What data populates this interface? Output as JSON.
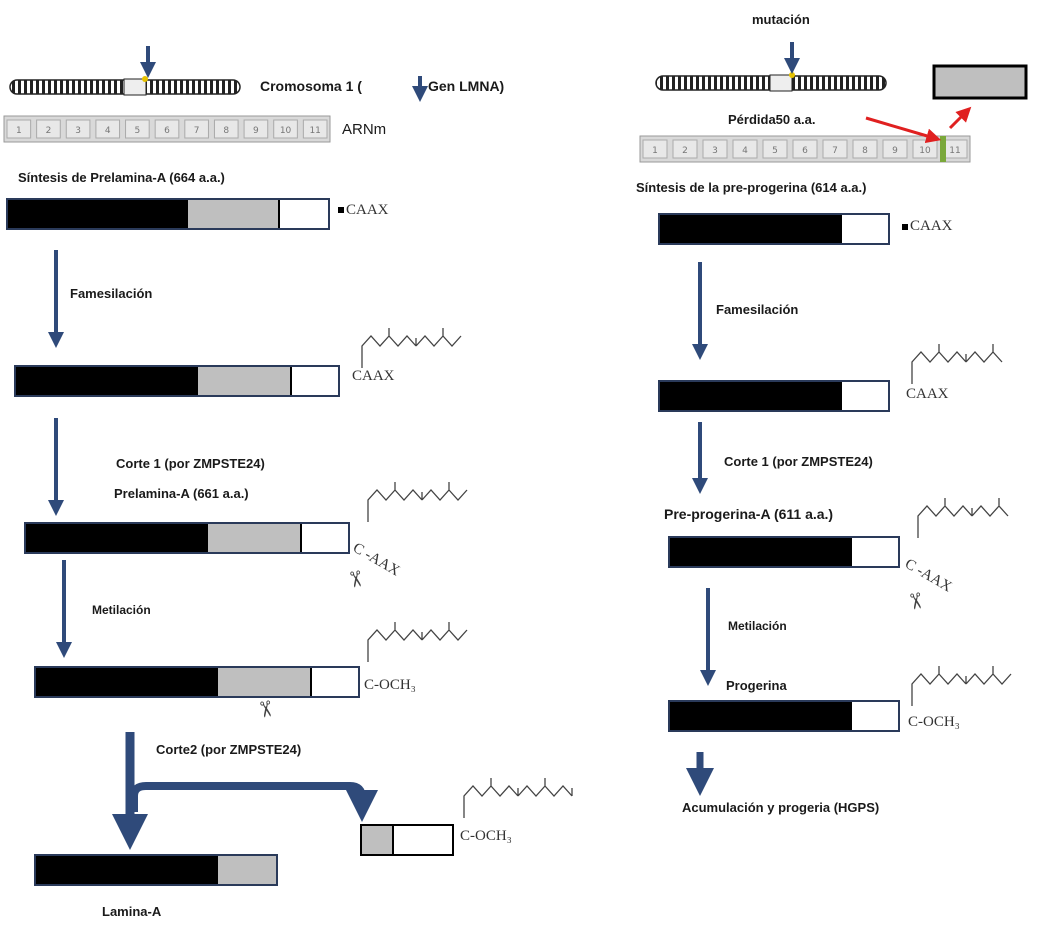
{
  "left": {
    "chromosome_label": "Cromosoma 1 (",
    "gene_label": "Gen LMNA)",
    "mrna_label": "ARNm",
    "mrna_exons": [
      "1",
      "2",
      "3",
      "4",
      "5",
      "6",
      "7",
      "8",
      "9",
      "10",
      "11"
    ],
    "synthesis_label": "Síntesis de Prelamina-A (664 a.a.)",
    "caax_1": "CAAX",
    "step_farnesylation": "Famesilación",
    "caax_2": "CAAX",
    "step_cut1": "Corte 1 (por ZMPSTE24)",
    "product_cut1": "Prelamina-A (661 a.a.)",
    "caax_3": "C -AAX",
    "step_methylation": "Metilación",
    "och3_1": "C-OCH₃",
    "step_cut2": "Corte2 (por ZMPSTE24)",
    "och3_2": "C-OCH₃",
    "final_label": "Lamina-A"
  },
  "right": {
    "mutation_label": "mutación",
    "loss_label": "Pérdida50 a.a.",
    "mrna_exons": [
      "1",
      "2",
      "3",
      "4",
      "5",
      "6",
      "7",
      "8",
      "9",
      "10",
      "11"
    ],
    "synthesis_label": "Síntesis de la pre-progerina (614 a.a.)",
    "caax_1": "CAAX",
    "step_farnesylation": "Famesilación",
    "caax_2": "CAAX",
    "step_cut1": "Corte 1 (por ZMPSTE24)",
    "product_cut1": "Pre-progerina-A (611 a.a.)",
    "caax_3": "C -AAX",
    "step_methylation": "Metilación",
    "product_methylation": "Progerina",
    "och3_1": "C-OCH₃",
    "final_label": "Acumulación y progeria (HGPS)"
  },
  "colors": {
    "arrow": "#2f4a7a",
    "red_arrow": "#e02020",
    "protein_black": "#000000",
    "protein_gray": "#bfbfbf",
    "bar_border": "#2a3a5a",
    "mutation_mark": "#7aa83a"
  }
}
